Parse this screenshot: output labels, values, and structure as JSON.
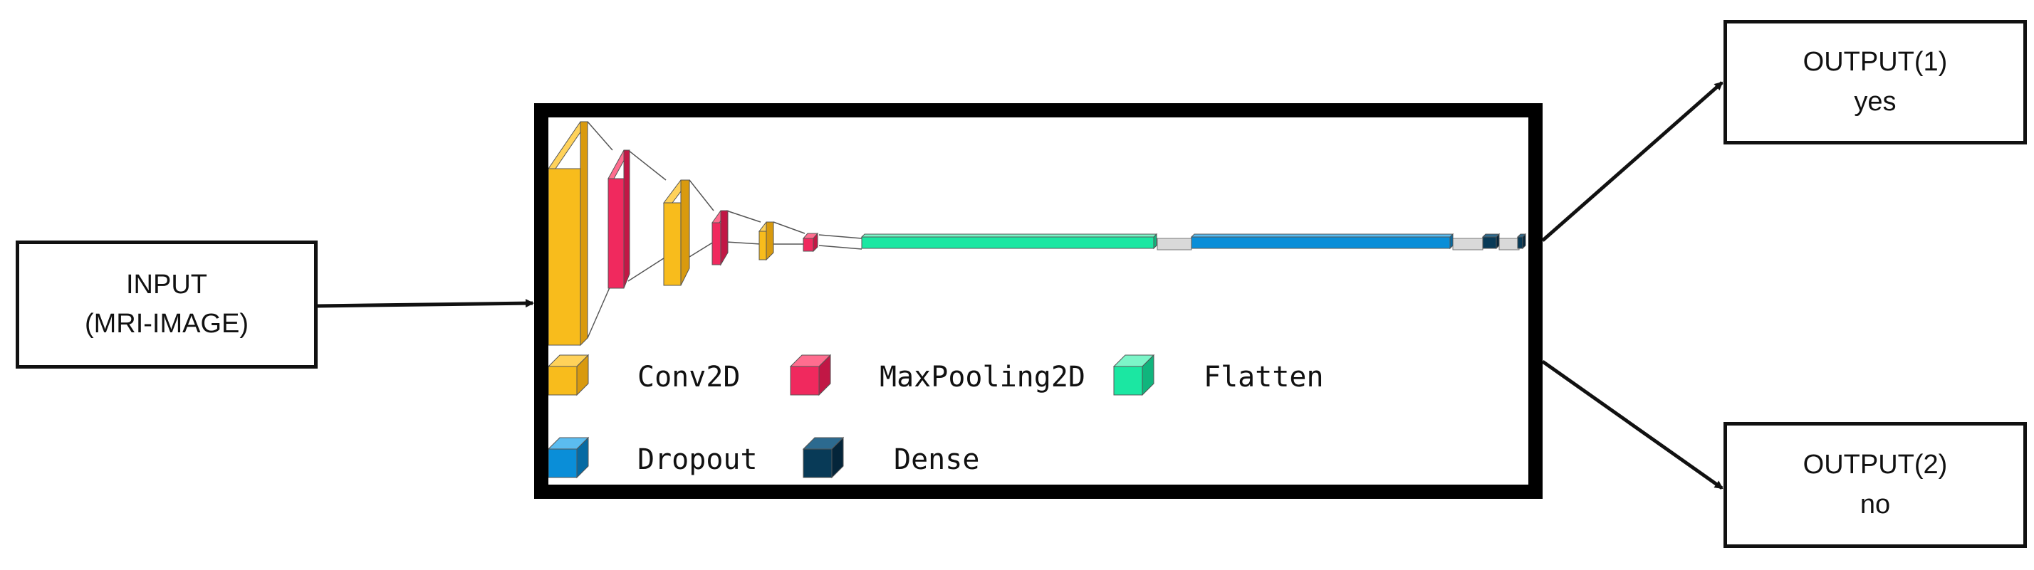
{
  "input": {
    "line1": "INPUT",
    "line2": "(MRI-IMAGE)"
  },
  "output1": {
    "line1": "OUTPUT(1)",
    "line2": "yes"
  },
  "output2": {
    "line1": "OUTPUT(2)",
    "line2": "no"
  },
  "legend": [
    {
      "label": "Conv2D",
      "color": "#F8BC1C"
    },
    {
      "label": "MaxPooling2D",
      "color": "#F0295E"
    },
    {
      "label": "Flatten",
      "color": "#1BE7A2"
    },
    {
      "label": "Dropout",
      "color": "#0A8ED8"
    },
    {
      "label": "Dense",
      "color": "#083A57"
    }
  ],
  "colors": {
    "conv2d": "#F8BC1C",
    "maxpooling2d": "#F0295E",
    "flatten": "#1BE7A2",
    "dropout": "#0A8ED8",
    "dense": "#083A57",
    "connector": "#D9D9D9"
  }
}
